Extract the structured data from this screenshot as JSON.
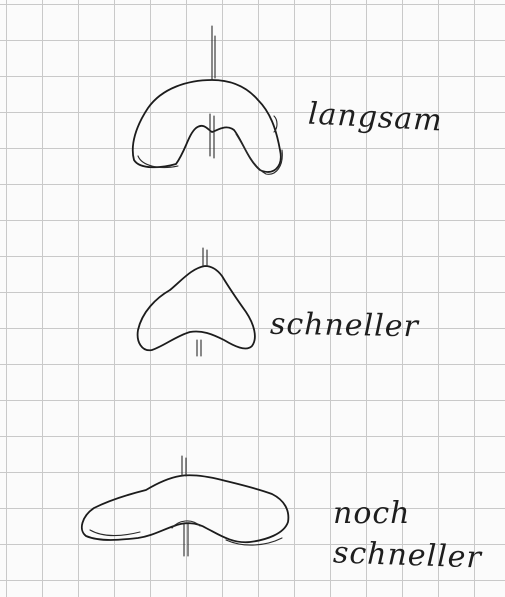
{
  "labels": {
    "shape_1": "langsam",
    "shape_2": "schneller",
    "shape_3_line_1": "noch",
    "shape_3_line_2": "schneller"
  },
  "colors": {
    "paper": "#fbfbfb",
    "grid": "#c9c9c9",
    "ink": "#1c1c1c"
  }
}
